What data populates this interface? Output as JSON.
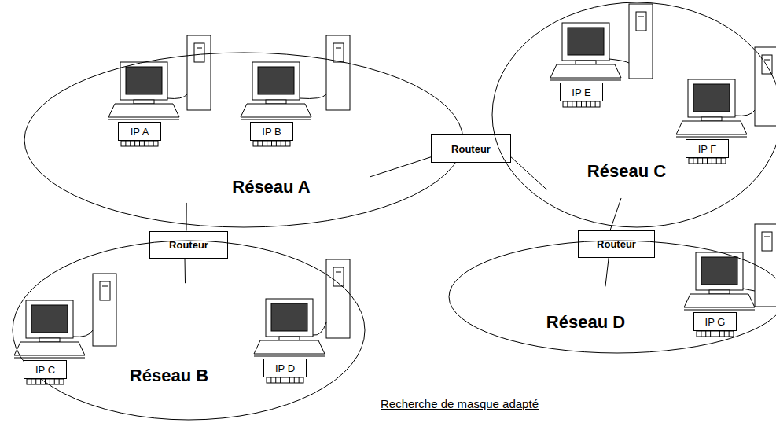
{
  "diagram": {
    "caption": "Recherche de masque adapté",
    "nodes": [
      {
        "text": [
          "Réseau A"
        ]
      },
      {
        "text": [
          "IP A"
        ],
        "in": 0
      },
      {
        "text": [
          "IP B"
        ],
        "in": 0
      },
      {
        "text": [
          "Routeur"
        ]
      },
      {
        "text": [
          "Réseau C"
        ]
      },
      {
        "text": [
          "IP E"
        ],
        "in": 4
      },
      {
        "text": [
          "IP F"
        ],
        "in": 4
      },
      {
        "text": [
          "Routeur"
        ]
      },
      {
        "text": [
          "Routeur"
        ]
      },
      {
        "text": [
          "Réseau B"
        ]
      },
      {
        "text": [
          "IP C"
        ],
        "in": 9
      },
      {
        "text": [
          "IP D"
        ],
        "in": 9
      },
      {
        "text": [
          "Réseau D"
        ]
      },
      {
        "text": [
          "IP G"
        ],
        "in": 12
      }
    ],
    "edges": [
      {
        "from": 0,
        "to": 3,
        "arrow": "none"
      },
      {
        "from": 3,
        "to": 4,
        "arrow": "none"
      },
      {
        "from": 0,
        "to": 7,
        "arrow": "none"
      },
      {
        "from": 7,
        "to": 9,
        "arrow": "none"
      },
      {
        "from": 4,
        "to": 8,
        "arrow": "none"
      },
      {
        "from": 8,
        "to": 12,
        "arrow": "none"
      }
    ]
  }
}
